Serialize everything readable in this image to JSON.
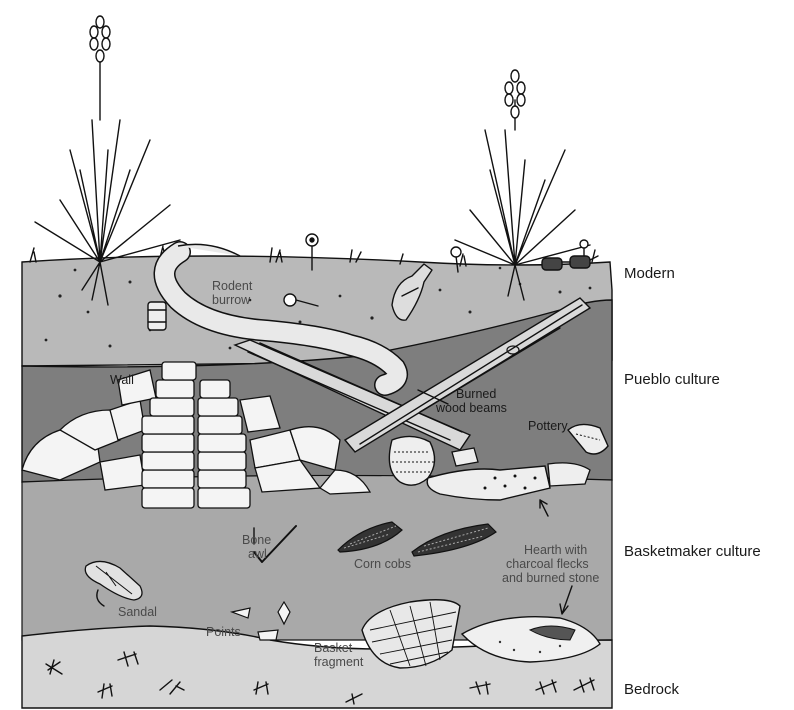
{
  "colors": {
    "modern_soil": "#b9b9b9",
    "pueblo_soil": "#7e7e7e",
    "basketmaker_soil": "#a9a9a9",
    "bedrock": "#d6d6d6",
    "ink": "#111111",
    "label_text": "#4a4a4a"
  },
  "layers": {
    "modern": "Modern",
    "pueblo": "Pueblo culture",
    "basketmaker": "Basketmaker culture",
    "bedrock": "Bedrock"
  },
  "labels": {
    "rodent_burrow": [
      "Rodent",
      "burrow"
    ],
    "wall": "Wall",
    "burned_beams": [
      "Burned",
      "wood beams"
    ],
    "pottery": "Pottery",
    "bone_awl": [
      "Bone",
      "awl"
    ],
    "corn_cobs": "Corn cobs",
    "hearth": [
      "Hearth with",
      "charcoal flecks",
      "and burned stone"
    ],
    "sandal": "Sandal",
    "points": "Points",
    "basket_fragment": [
      "Basket",
      "fragment"
    ]
  },
  "icons": [
    "yucca-plant-icon",
    "flower-icon",
    "bottle-icon",
    "can-icon",
    "sunglasses-icon",
    "key-icon"
  ]
}
